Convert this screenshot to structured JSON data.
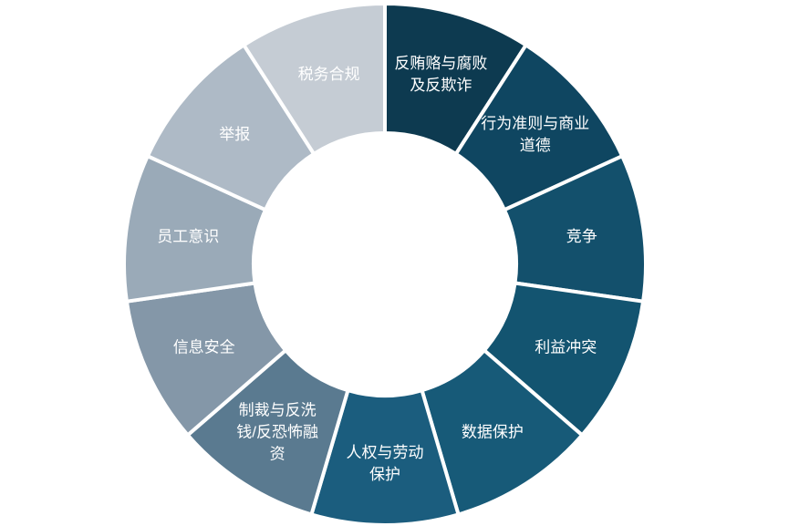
{
  "segments": [
    {
      "lines": [
        "反贿赂与腐败",
        "及反欺诈"
      ],
      "color": "#0d3a50"
    },
    {
      "lines": [
        "行为准则与商业",
        "道德"
      ],
      "color": "#0f4661"
    },
    {
      "lines": [
        "竞争"
      ],
      "color": "#13506c"
    },
    {
      "lines": [
        "利益冲突"
      ],
      "color": "#135470"
    },
    {
      "lines": [
        "数据保护"
      ],
      "color": "#175a78"
    },
    {
      "lines": [
        "人权与劳动",
        "保护"
      ],
      "color": "#1b5d7e"
    },
    {
      "lines": [
        "制裁与反洗",
        "钱/反恐怖融",
        "资"
      ],
      "color": "#5a7a90"
    },
    {
      "lines": [
        "信息安全"
      ],
      "color": "#8497a8"
    },
    {
      "lines": [
        "员工意识"
      ],
      "color": "#9aaab8"
    },
    {
      "lines": [
        "举报"
      ],
      "color": "#aebac6"
    },
    {
      "lines": [
        "税务合规"
      ],
      "color": "#c5ccd4"
    }
  ]
}
